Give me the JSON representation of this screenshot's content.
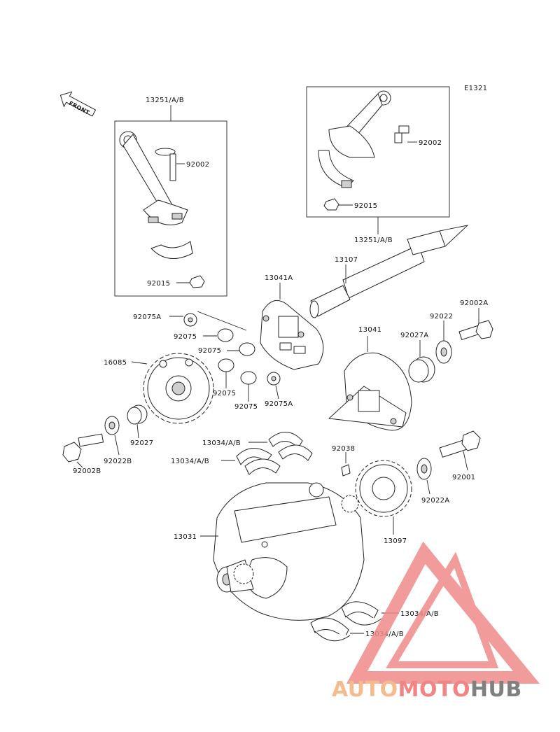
{
  "diagram_code": "E1321",
  "front_label": "FRONT",
  "watermark": {
    "part1": "AUTO",
    "part2": "MOTO",
    "part3": "HUB",
    "color1": "#f5b07a",
    "color2": "#ef6f6f",
    "color3": "#6b6b6b",
    "logo_color": "#f08a8a"
  },
  "parts": {
    "p13251_left": "13251/A/B",
    "p92002_left": "92002",
    "p92015_left": "92015",
    "p13251_right": "13251/A/B",
    "p92002_right": "92002",
    "p92015_right": "92015",
    "p13107": "13107",
    "p13041A": "13041A",
    "p92075A_top": "92075A",
    "p92075_a": "92075",
    "p92075_b": "92075",
    "p92075_c": "92075",
    "p92075_d": "92075",
    "p92075A_bottom": "92075A",
    "p16085": "16085",
    "p92027": "92027",
    "p92022B": "92022B",
    "p92002B": "92002B",
    "p13034_1": "13034/A/B",
    "p13034_2": "13034/A/B",
    "p13041": "13041",
    "p92022": "92022",
    "p92002A": "92002A",
    "p92027A": "92027A",
    "p92038": "92038",
    "p92001": "92001",
    "p92022A": "92022A",
    "p13097": "13097",
    "p13031": "13031",
    "p13034_3": "13034/A/B",
    "p13034_4": "13034/A/B"
  }
}
